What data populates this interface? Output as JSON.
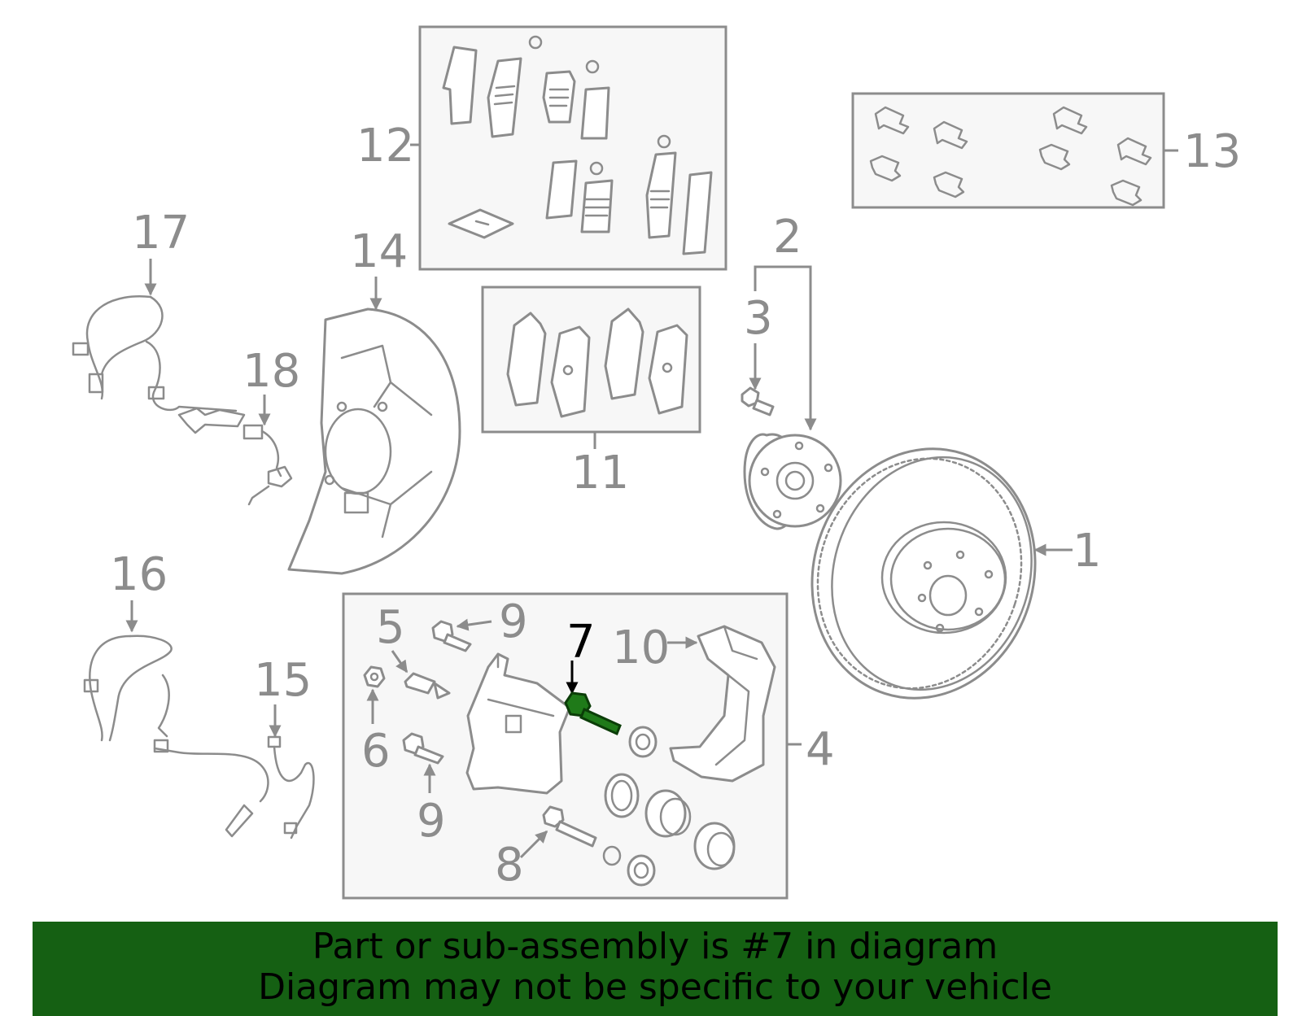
{
  "callouts": {
    "c1": "1",
    "c2": "2",
    "c3": "3",
    "c4": "4",
    "c5": "5",
    "c6": "6",
    "c7": "7",
    "c8": "8",
    "c9a": "9",
    "c9b": "9",
    "c10": "10",
    "c11": "11",
    "c12": "12",
    "c13": "13",
    "c14": "14",
    "c15": "15",
    "c16": "16",
    "c17": "17",
    "c18": "18"
  },
  "highlighted_part": "7",
  "colors": {
    "line_art": "#8c8c8c",
    "highlight": "#1f7a19",
    "banner": "#156013",
    "box_fill": "#f7f7f7"
  },
  "banner": {
    "line1": "Part or sub-assembly is #7 in diagram",
    "line2": "Diagram may not be specific to your vehicle"
  }
}
